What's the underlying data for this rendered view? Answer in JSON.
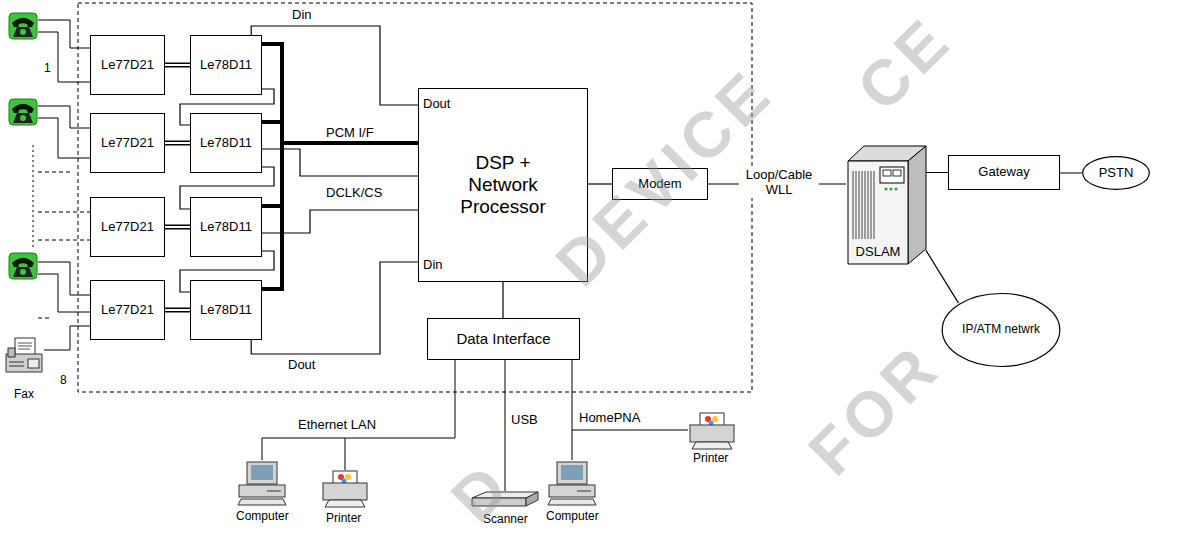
{
  "diagram": {
    "nodes": [
      {
        "text": [
          "Le77D21"
        ]
      },
      {
        "text": [
          "Le78D11"
        ]
      },
      {
        "text": [
          "Le77D21"
        ]
      },
      {
        "text": [
          "Le78D11"
        ]
      },
      {
        "text": [
          "Le77D21"
        ]
      },
      {
        "text": [
          "Le78D11"
        ]
      },
      {
        "text": [
          "Le77D21"
        ]
      },
      {
        "text": [
          "Le78D11"
        ]
      },
      {
        "text": [
          "Dout",
          "DSP + Network Processor",
          "Din"
        ]
      },
      {
        "text": [
          "Modem"
        ]
      },
      {
        "text": [
          "DSLAM"
        ]
      },
      {
        "text": [
          "Gateway"
        ]
      },
      {
        "text": [
          "PSTN"
        ]
      },
      {
        "text": [
          "IP/ATM netwrk"
        ]
      },
      {
        "text": [
          "Data Interface"
        ]
      }
    ],
    "edges": [
      {
        "from": 0,
        "to": 1,
        "arrow": "none"
      },
      {
        "from": 2,
        "to": 3,
        "arrow": "none"
      },
      {
        "from": 4,
        "to": 5,
        "arrow": "none"
      },
      {
        "from": 6,
        "to": 7,
        "arrow": "none"
      },
      {
        "from": 1,
        "to": 8,
        "label": "Din",
        "arrow": "none"
      },
      {
        "from": 7,
        "to": 8,
        "label": "Dout",
        "arrow": "none"
      },
      {
        "from": 1,
        "to": 3,
        "arrow": "none"
      },
      {
        "from": 3,
        "to": 5,
        "arrow": "none"
      },
      {
        "from": 5,
        "to": 7,
        "arrow": "none"
      },
      {
        "from": 1,
        "to": 8,
        "arrow": "none"
      },
      {
        "from": 3,
        "to": 8,
        "arrow": "none"
      },
      {
        "from": 5,
        "to": 8,
        "arrow": "none"
      },
      {
        "from": 7,
        "to": 8,
        "arrow": "none"
      },
      {
        "from": 3,
        "to": 8,
        "arrow": "none"
      },
      {
        "from": 5,
        "to": 8,
        "arrow": "none"
      },
      {
        "from": 8,
        "to": 9,
        "arrow": "none"
      },
      {
        "from": 9,
        "to": 10,
        "label": "Loop/Cable WLL",
        "arrow": "none"
      },
      {
        "from": 10,
        "to": 11,
        "arrow": "none"
      },
      {
        "from": 11,
        "to": 12,
        "arrow": "none"
      },
      {
        "from": 10,
        "to": 13,
        "arrow": "none"
      },
      {
        "from": 8,
        "to": 14,
        "arrow": "none"
      }
    ],
    "labels": [
      "1",
      "8",
      "Fax",
      "PCM I/F",
      "DCLK/CS",
      "Ethernet LAN",
      "USB",
      "HomePNA",
      "Computer",
      "Printer",
      "Scanner",
      "Computer",
      "Printer",
      "CE",
      "DEVICE",
      "FOR",
      "D"
    ]
  }
}
